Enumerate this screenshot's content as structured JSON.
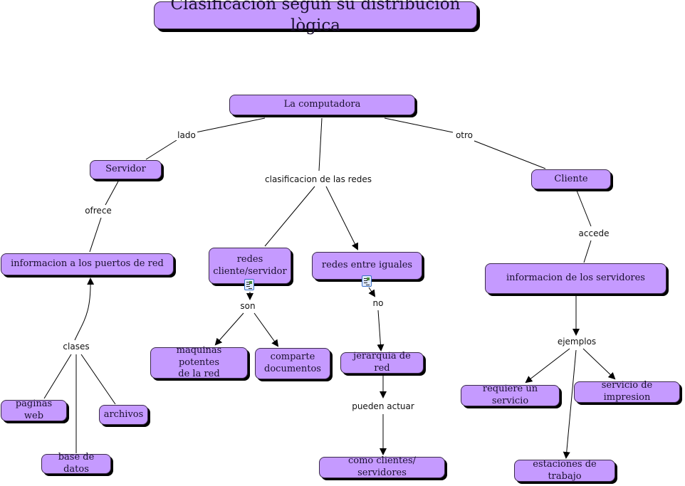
{
  "title": "Clasificacion segun su distribucion lògica",
  "nodes": {
    "computadora": "La computadora",
    "servidor": "Servidor",
    "cliente": "Cliente",
    "info_puertos": "informacion a los puertos de red",
    "redes_cs_1": "redes",
    "redes_cs_2": "cliente/servidor",
    "redes_iguales": "redes entre iguales",
    "info_servidores": "informacion de los servidores",
    "maquinas_1": "maquinas potentes",
    "maquinas_2": "de la red",
    "comparte_1": "comparte",
    "comparte_2": "documentos",
    "jerarquia": "jerarquia de red",
    "como_clientes": "como clientes/ servidores",
    "paginas_web": "paginas web",
    "archivos": "archivos",
    "base_datos": "base de datos",
    "requiere": "requiere un servicio",
    "impresion": "servicio de impresion",
    "estaciones": "estaciones de trabajo"
  },
  "links": {
    "lado": "lado",
    "otro": "otro",
    "clasificacion": "clasificacion de las redes",
    "ofrece": "ofrece",
    "accede": "accede",
    "son": "son",
    "no": "no",
    "clases": "clases",
    "pueden_actuar": "pueden actuar",
    "ejemplos": "ejemplos"
  },
  "icons": [
    "resource-icon",
    "resource-icon"
  ],
  "colors": {
    "node_fill": "#c59aff",
    "shadow": "#000000",
    "line": "#000000"
  }
}
